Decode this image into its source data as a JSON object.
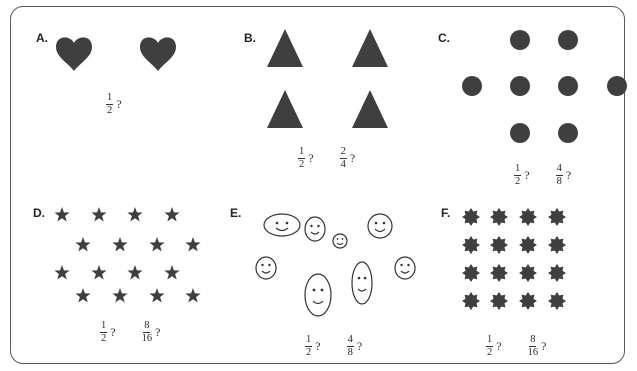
{
  "panels": [
    {
      "id": "A",
      "label": "A.",
      "shape": "heart-icon",
      "fractions": [
        {
          "num": "1",
          "den": "2",
          "q": "?"
        }
      ]
    },
    {
      "id": "B",
      "label": "B.",
      "shape": "triangle-icon",
      "fractions": [
        {
          "num": "1",
          "den": "2",
          "q": "?"
        },
        {
          "num": "2",
          "den": "4",
          "q": "?"
        }
      ]
    },
    {
      "id": "C",
      "label": "C.",
      "shape": "dot-icon",
      "fractions": [
        {
          "num": "1",
          "den": "2",
          "q": "?"
        },
        {
          "num": "4",
          "den": "8",
          "q": "?"
        }
      ]
    },
    {
      "id": "D",
      "label": "D.",
      "shape": "star-icon",
      "fractions": [
        {
          "num": "1",
          "den": "2",
          "q": "?"
        },
        {
          "num": "8",
          "den": "16",
          "q": "?"
        }
      ]
    },
    {
      "id": "E",
      "label": "E.",
      "shape": "smiley-face-icon",
      "fractions": [
        {
          "num": "1",
          "den": "2",
          "q": "?"
        },
        {
          "num": "4",
          "den": "8",
          "q": "?"
        }
      ]
    },
    {
      "id": "F",
      "label": "F.",
      "shape": "eight-point-star-icon",
      "fractions": [
        {
          "num": "1",
          "den": "2",
          "q": "?"
        },
        {
          "num": "8",
          "den": "16",
          "q": "?"
        }
      ]
    }
  ],
  "colors": {
    "shape_fill": "#3f3f3f",
    "outline": "#333333",
    "frame": "#5a5a5a"
  }
}
